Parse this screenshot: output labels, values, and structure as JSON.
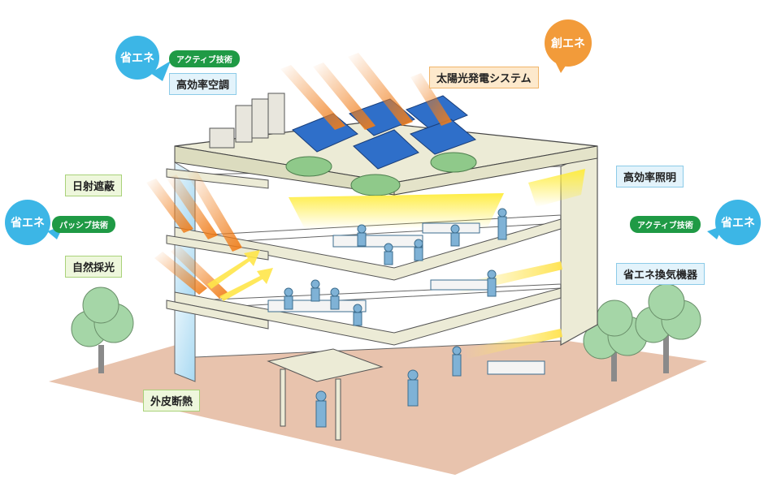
{
  "bubbles": {
    "top_left": "省エネ",
    "top_right": "創エネ",
    "mid_left": "省エネ",
    "mid_right": "省エネ"
  },
  "pills": {
    "top_left": "アクティブ技術",
    "mid_left": "パッシブ技術",
    "mid_right": "アクティブ技術"
  },
  "labels": {
    "hvac": "高効率空調",
    "solar": "太陽光発電システム",
    "shading": "日射遮蔽",
    "daylight": "自然採光",
    "insulation": "外皮断熱",
    "lighting": "高効率照明",
    "ventilation": "省エネ換気機器"
  },
  "colors": {
    "active_green": "#1f9a45",
    "energy_saving_blue": "#3cb6e6",
    "energy_creation_orange": "#f29b3a",
    "sun_ray": "#f07d1a",
    "ground": "#e8c3ad"
  }
}
